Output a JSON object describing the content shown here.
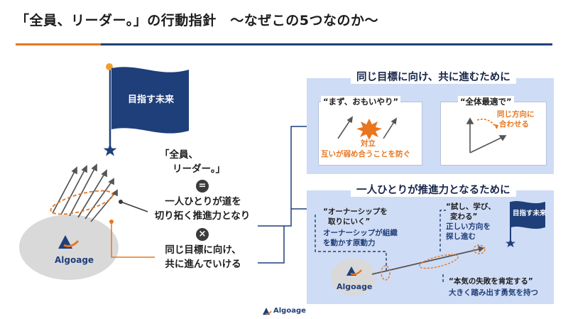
{
  "header": {
    "title": "「全員、リーダー。」の行動指針　～なぜこの5つなのか～"
  },
  "flag": {
    "label": "目指す未来"
  },
  "middle": {
    "line1": "「全員、",
    "line2": "リーダー。」",
    "equal_symbol": "=",
    "line3": "一人ひとりが道を",
    "line4": "切り拓く推進力となり",
    "times_symbol": "×",
    "line5": "同じ目標に向け、",
    "line6": "共に進んでいける"
  },
  "top_panel": {
    "title": "同じ目標に向け、共に進むために",
    "left_card": {
      "title": "“まず、おもいやり”",
      "conflict_label": "対立",
      "caption": "互いが弱め合うことを防ぐ"
    },
    "right_card": {
      "title": "“全体最適で”",
      "label_line1": "同じ方向に",
      "label_line2": "合わせる"
    }
  },
  "bottom_panel": {
    "title": "一人ひとりが推進力となるために",
    "owner": {
      "quote_line1": "“オーナーシップを",
      "quote_line2": "取りにいく”",
      "desc_line1": "オーナーシップが組織",
      "desc_line2": "を動かす原動力"
    },
    "learn": {
      "quote_line1": "“試し、学び、",
      "quote_line2": "変わる”",
      "desc_line1": "正しい方向を",
      "desc_line2": "探し進む"
    },
    "failure": {
      "quote": "“本気の失敗を肯定する”",
      "desc": "大きく踏み出す勇気を持つ"
    },
    "small_flag": "目指す未来",
    "logo": "Algoage"
  },
  "logos": {
    "main": "Algoage",
    "footer": "Algoage"
  },
  "colors": {
    "navy": "#1f3f7a",
    "orange": "#e8761e",
    "panel": "#cfdcf5",
    "gray": "#d9d9d9"
  }
}
